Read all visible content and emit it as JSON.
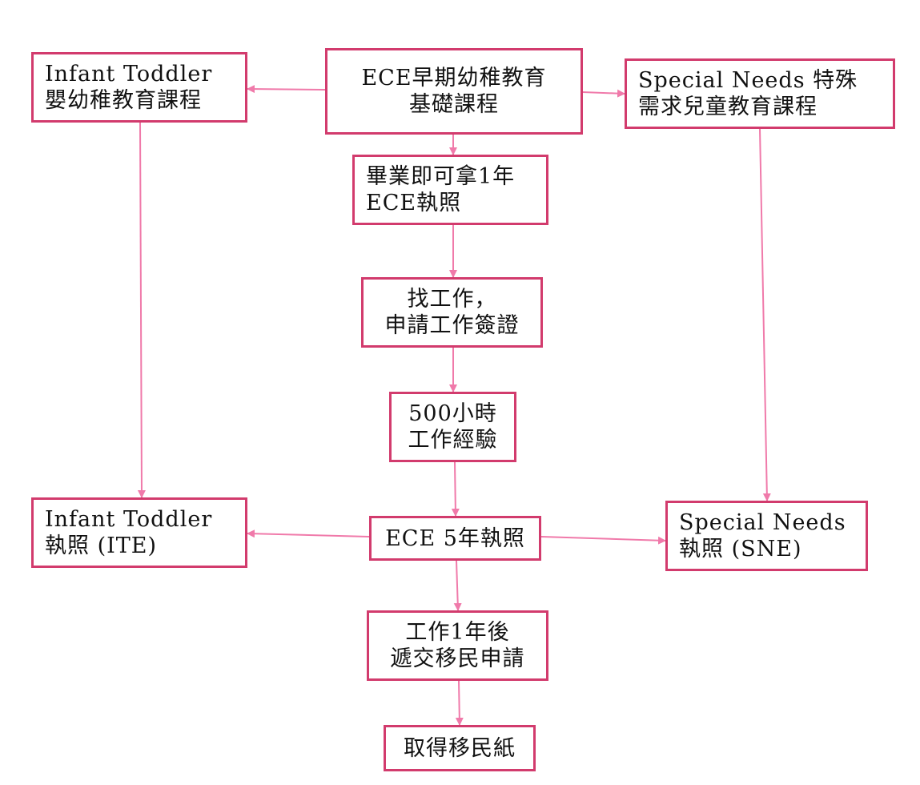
{
  "diagram": {
    "nodes": [
      {
        "id": "ece",
        "lines": [
          "ECE早期幼稚教育",
          "基礎課程"
        ]
      },
      {
        "id": "infant_course",
        "lines": [
          "Infant Toddler",
          "嬰幼稚教育課程"
        ]
      },
      {
        "id": "special_course",
        "lines": [
          "Special Needs 特殊",
          "需求兒童教育課程"
        ]
      },
      {
        "id": "one_year",
        "lines": [
          "畢業即可拿1年",
          "ECE執照"
        ]
      },
      {
        "id": "find_job",
        "lines": [
          "找工作，",
          "申請工作簽證"
        ]
      },
      {
        "id": "hours",
        "lines": [
          "500小時",
          "工作經驗"
        ]
      },
      {
        "id": "ece_five",
        "lines": [
          "ECE 5年執照"
        ]
      },
      {
        "id": "ite",
        "lines": [
          "Infant Toddler",
          "執照 (ITE)"
        ]
      },
      {
        "id": "sne",
        "lines": [
          "Special Needs",
          "執照 (SNE)"
        ]
      },
      {
        "id": "immigration",
        "lines": [
          "工作1年後",
          "遞交移民申請"
        ]
      },
      {
        "id": "pr",
        "lines": [
          "取得移民紙"
        ]
      }
    ],
    "edges": [
      {
        "from": "ece",
        "to": "infant_course"
      },
      {
        "from": "ece",
        "to": "special_course"
      },
      {
        "from": "ece",
        "to": "one_year"
      },
      {
        "from": "one_year",
        "to": "find_job"
      },
      {
        "from": "find_job",
        "to": "hours"
      },
      {
        "from": "hours",
        "to": "ece_five"
      },
      {
        "from": "infant_course",
        "to": "ite"
      },
      {
        "from": "special_course",
        "to": "sne"
      },
      {
        "from": "ece_five",
        "to": "ite"
      },
      {
        "from": "ece_five",
        "to": "sne"
      },
      {
        "from": "ece_five",
        "to": "immigration"
      },
      {
        "from": "immigration",
        "to": "pr"
      }
    ],
    "colors": {
      "node_border": "#d23b6d",
      "edge": "#f07aaa",
      "text": "#111111"
    }
  }
}
